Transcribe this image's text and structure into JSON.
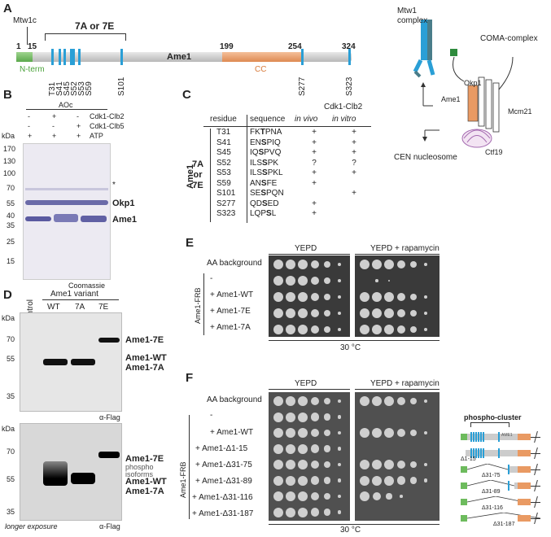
{
  "panels": {
    "A": "A",
    "B": "B",
    "C": "C",
    "D": "D",
    "E": "E",
    "F": "F"
  },
  "panelA": {
    "mtw1c": "Mtw1c",
    "bracket": "7A or 7E",
    "pos_start": "1",
    "pos_15": "15",
    "pos_199": "199",
    "pos_254": "254",
    "pos_324": "324",
    "protein": "Ame1",
    "nterm": "N-term",
    "cc": "CC",
    "sites": [
      "T31",
      "S41",
      "S45",
      "S52",
      "S53",
      "S59"
    ],
    "s101": "S101",
    "s277": "S277",
    "s323": "S323",
    "mtw1_complex": "Mtw1\ncomplex",
    "coma": "COMA-complex",
    "okp1": "Okp1",
    "ame1": "Ame1",
    "mcm21": "Mcm21",
    "ctf19": "Ctf19",
    "cen": "CEN nucleosome",
    "colors": {
      "nterm": "#6dbb5d",
      "cc": "#e99a63",
      "site": "#2a9fd6",
      "bar": "#cfcfcf"
    }
  },
  "panelB": {
    "aoc": "AOc",
    "rows": [
      {
        "label": "Cdk1-Clb2",
        "vals": [
          "-",
          "+",
          "-"
        ]
      },
      {
        "label": "Cdk1-Clb5",
        "vals": [
          "-",
          "-",
          "+"
        ]
      },
      {
        "label": "ATP",
        "vals": [
          "+",
          "+",
          "+"
        ]
      }
    ],
    "kda": "kDa",
    "markers": [
      "170",
      "130",
      "100",
      "70",
      "55",
      "40",
      "35",
      "25",
      "15"
    ],
    "star": "*",
    "okp1": "Okp1",
    "ame1": "Ame1",
    "stain": "Coomassie"
  },
  "panelC": {
    "header_cdk": "Cdk1-Clb2",
    "col_residue": "residue",
    "col_sequence": "sequence",
    "col_invivo": "in vivo",
    "col_invitro": "in vitro",
    "side_label": "Ame1",
    "group_label": "7A\nor\n7E",
    "rows": [
      {
        "residue": "T31",
        "pre": "FK",
        "mid": "T",
        "post": "PNA",
        "vivo": "+",
        "vitro": "+"
      },
      {
        "residue": "S41",
        "pre": "EN",
        "mid": "S",
        "post": "PIQ",
        "vivo": "+",
        "vitro": "+"
      },
      {
        "residue": "S45",
        "pre": "IQ",
        "mid": "S",
        "post": "PVQ",
        "vivo": "+",
        "vitro": "+"
      },
      {
        "residue": "S52",
        "pre": "ILS",
        "mid": "S",
        "post": "PK",
        "vivo": "?",
        "vitro": "?"
      },
      {
        "residue": "S53",
        "pre": "ILS",
        "mid": "S",
        "post": "PKL",
        "vivo": "+",
        "vitro": "+"
      },
      {
        "residue": "S59",
        "pre": "AN",
        "mid": "S",
        "post": "FE",
        "vivo": "+",
        "vitro": ""
      },
      {
        "residue": "S101",
        "pre": "SE",
        "mid": "S",
        "post": "PQN",
        "vivo": "",
        "vitro": "+"
      },
      {
        "residue": "S277",
        "pre": "QD",
        "mid": "S",
        "post": "ED",
        "vivo": "+",
        "vitro": ""
      },
      {
        "residue": "S323",
        "pre": "LQP",
        "mid": "S",
        "post": "L",
        "vivo": "+",
        "vitro": ""
      }
    ]
  },
  "panelD": {
    "control": "control",
    "variant": "Ame1 variant",
    "lanes": [
      "WT",
      "7A",
      "7E"
    ],
    "kda": "kDa",
    "markers_top": [
      "70",
      "55",
      "35"
    ],
    "markers_bottom": [
      "70",
      "55",
      "35"
    ],
    "ame7e": "Ame1-7E",
    "amewt": "Ame1-WT",
    "ame7a": "Ame1-7A",
    "phospho": "phospho\nisoforms",
    "aflag": "α-Flag",
    "longer": "longer exposure"
  },
  "panelE": {
    "yepd": "YEPD",
    "rapa": "YEPD + rapamycin",
    "rows": [
      "AA background",
      "-",
      "+ Ame1-WT",
      "+ Ame1-7E",
      "+ Ame1-7A"
    ],
    "side": "Ame1-FRB",
    "temp": "30 °C"
  },
  "panelF": {
    "yepd": "YEPD",
    "rapa": "YEPD + rapamycin",
    "rows": [
      "AA background",
      "-",
      "+ Ame1-WT",
      "+ Ame1-Δ1-15",
      "+ Ame1-Δ31-75",
      "+ Ame1-Δ31-89",
      "+ Ame1-Δ31-116",
      "+ Ame1-Δ31-187"
    ],
    "side": "Ame1-FRB",
    "temp": "30 °C",
    "cluster": "phospho-cluster",
    "constructs": [
      "",
      "Δ1-15",
      "Δ31-75",
      "Δ31-89",
      "Δ31-116",
      "Δ31-187"
    ],
    "ame1_small": "AME1"
  }
}
